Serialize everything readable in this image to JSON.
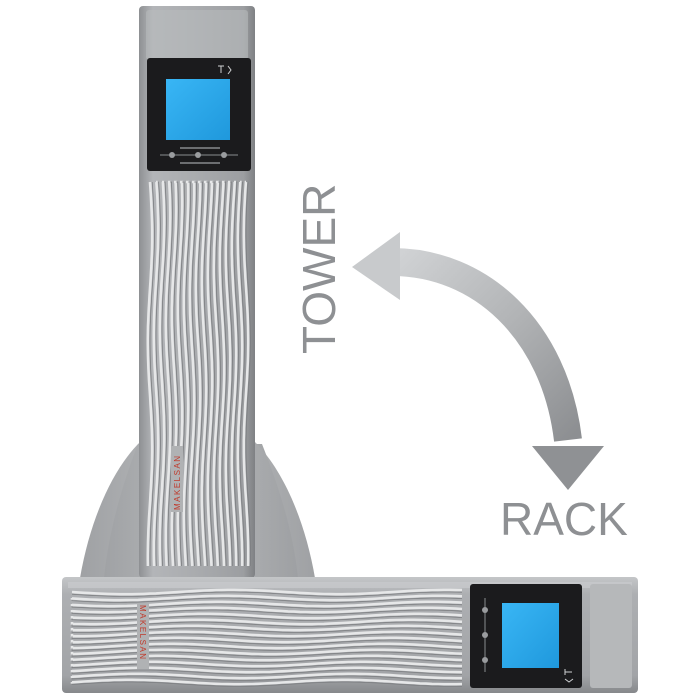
{
  "labels": {
    "tower": "TOWER",
    "rack": "RACK"
  },
  "brand": {
    "name": "MAKELSAN"
  },
  "colors": {
    "body": "#a7a9ac",
    "body_light": "#c3c5c7",
    "body_dark": "#7f8184",
    "panel": "#1b1b1d",
    "screen": "#2aa9ee",
    "arrow": "#b5b7b9",
    "label": "#8e9093",
    "brand": "#c0392b"
  },
  "icons": {
    "orientation_arrow": "curved-double-arrow-icon",
    "front_vents": "wavy-vent-grille",
    "status_indicator": "status-indicator-icon"
  }
}
